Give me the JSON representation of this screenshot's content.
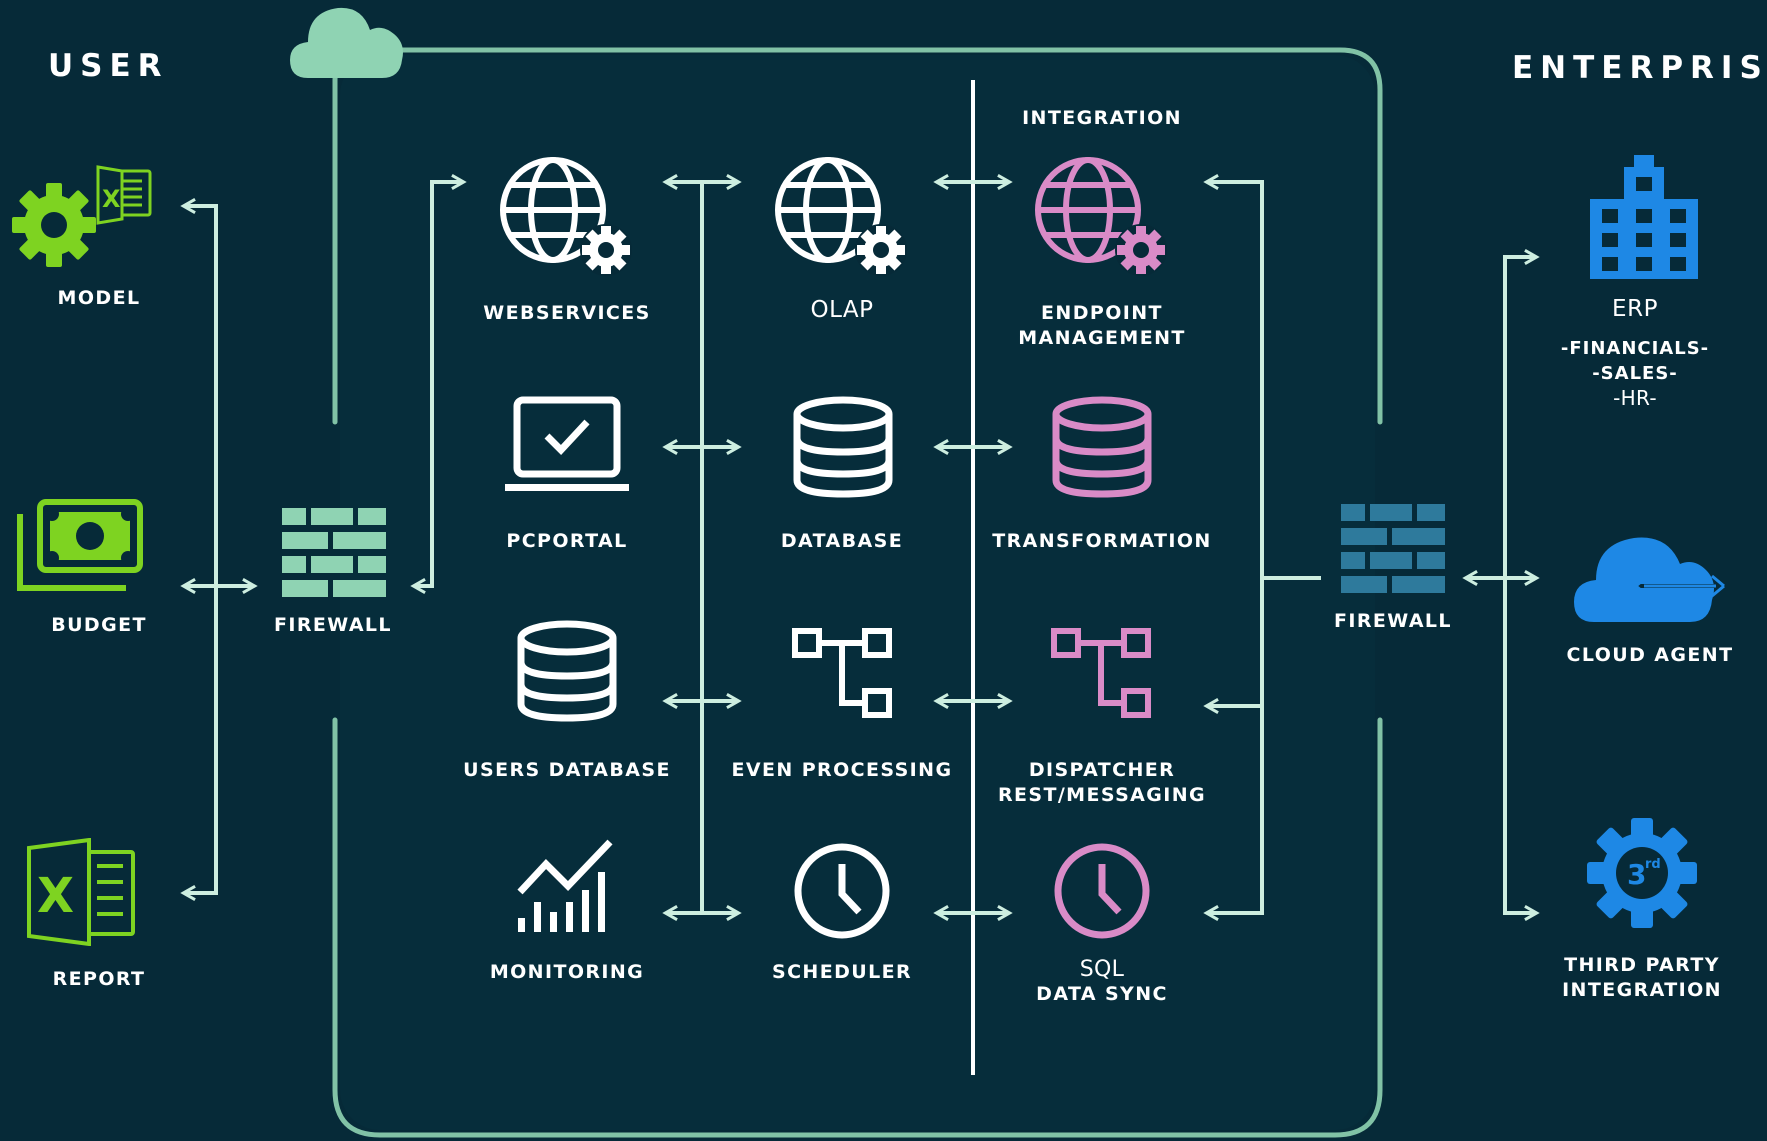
{
  "headings": {
    "user": "USER",
    "enterprise": "ENTERPRISE",
    "integration": "INTEGRATION"
  },
  "user_side": {
    "model": "MODEL",
    "budget": "BUDGET",
    "report": "REPORT",
    "excel_letter": "X"
  },
  "firewall_left": "FIREWALL",
  "firewall_right": "FIREWALL",
  "services": {
    "webservices": "WEBSERVICES",
    "pcportal": "PCPORTAL",
    "users_database": "USERS DATABASE",
    "monitoring": "MONITORING",
    "olap": "OLAP",
    "database": "DATABASE",
    "even_processing": "EVEN PROCESSING",
    "scheduler": "SCHEDULER"
  },
  "integration": {
    "endpoint_line1": "ENDPOINT",
    "endpoint_line2": "MANAGEMENT",
    "transformation": "TRANSFORMATION",
    "dispatcher_line1": "DISPATCHER",
    "dispatcher_line2": "REST/MESSAGING",
    "sql_line1": "SQL",
    "sql_line2": "DATA SYNC"
  },
  "enterprise": {
    "erp": "ERP",
    "erp_line1": "-FINANCIALS-",
    "erp_line2": "-SALES-",
    "erp_line3": "-HR-",
    "cloud_agent": "CLOUD AGENT",
    "third_party_line1": "THIRD PARTY",
    "third_party_line2": "INTEGRATION",
    "third_badge": "3",
    "third_badge_sup": "rd"
  },
  "colors": {
    "background": "#062a38",
    "connector": "#cdeee0",
    "frame": "#8fd3b3",
    "user_green": "#7ed321",
    "integration_pink": "#d98bc7",
    "enterprise_blue": "#1e88e5",
    "firewall_right": "#2e7a9c",
    "white_icon": "#ffffff"
  },
  "icons": {
    "model": "gear-excel-icon",
    "budget": "money-icon",
    "report": "excel-icon",
    "firewall": "brick-wall-icon",
    "webservices": "globe-gear-icon",
    "pcportal": "laptop-check-icon",
    "database": "database-icon",
    "monitoring": "chart-trend-icon",
    "even_processing": "flow-icon",
    "scheduler": "clock-icon",
    "erp": "building-icon",
    "cloud_agent": "cloud-arrows-icon",
    "third_party": "gear-3rd-icon",
    "cloud": "cloud-icon"
  }
}
